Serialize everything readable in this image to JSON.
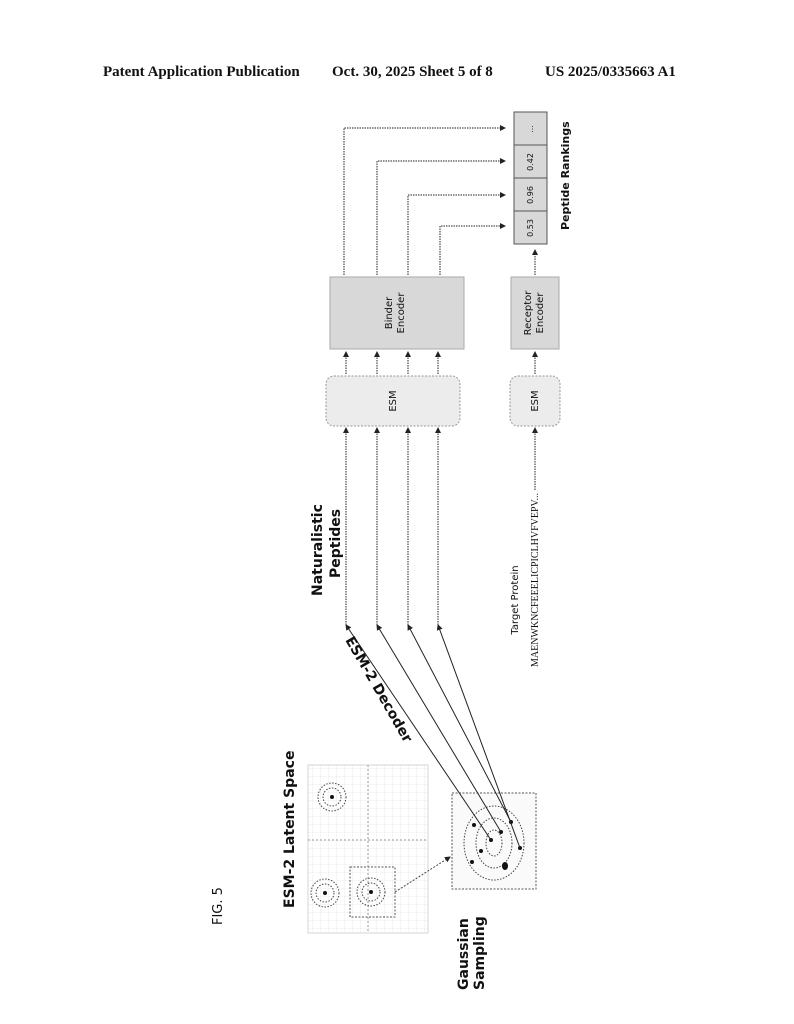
{
  "header": {
    "publication": "Patent Application Publication",
    "date_sheet": "Oct. 30, 2025   Sheet 5 of 8",
    "patent_number": "US 2025/0335663 A1"
  },
  "figure": {
    "label": "FIG. 5",
    "latent_space_title": "ESM-2 Latent Space",
    "gaussian_sampling_line1": "Gaussian",
    "gaussian_sampling_line2": "Sampling",
    "decoder_label": "ESM-2 Decoder",
    "peptides_line1": "Naturalistic",
    "peptides_line2": "Peptides",
    "esm_top": "ESM",
    "esm_bottom": "ESM",
    "binder_encoder_line1": "Binder",
    "binder_encoder_line2": "Encoder",
    "receptor_encoder_line1": "Receptor",
    "receptor_encoder_line2": "Encoder",
    "target_protein_label": "Target Protein",
    "target_sequence": "MAENWKNCFEEELICPICLHVFVEPV...",
    "rankings_title": "Peptide Rankings",
    "rankings": [
      "0.53",
      "0.96",
      "0.42",
      "..."
    ]
  },
  "colors": {
    "box_fill": "#d8d8d8",
    "esm_fill": "#ececec",
    "line": "#222222"
  }
}
